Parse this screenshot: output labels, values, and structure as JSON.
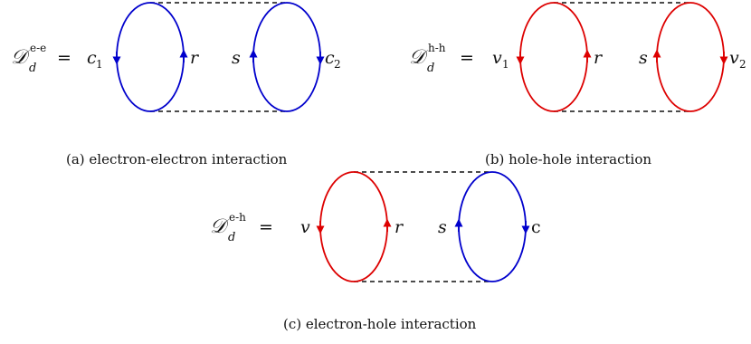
{
  "colors": {
    "electron": "#0000cc",
    "hole": "#dd0000"
  },
  "panel_a": {
    "lhs_base": "𝒟",
    "lhs_sub": "d",
    "lhs_sup": "e-e",
    "equals": "=",
    "left_loop_label": "c",
    "left_loop_sub": "1",
    "inner_left_label": "r",
    "inner_right_label": "s",
    "right_loop_label": "c",
    "right_loop_sub": "2",
    "caption": "(a) electron-electron interaction"
  },
  "panel_b": {
    "lhs_base": "𝒟",
    "lhs_sub": "d",
    "lhs_sup": "h-h",
    "equals": "=",
    "left_loop_label": "v",
    "left_loop_sub": "1",
    "inner_left_label": "r",
    "inner_right_label": "s",
    "right_loop_label": "v",
    "right_loop_sub": "2",
    "caption": "(b) hole-hole interaction"
  },
  "panel_c": {
    "lhs_base": "𝒟",
    "lhs_sub": "d",
    "lhs_sup": "e-h",
    "equals": "=",
    "left_loop_label": "v",
    "inner_left_label": "r",
    "inner_right_label": "s",
    "right_loop_label": "c",
    "caption": "(c) electron-hole interaction"
  }
}
